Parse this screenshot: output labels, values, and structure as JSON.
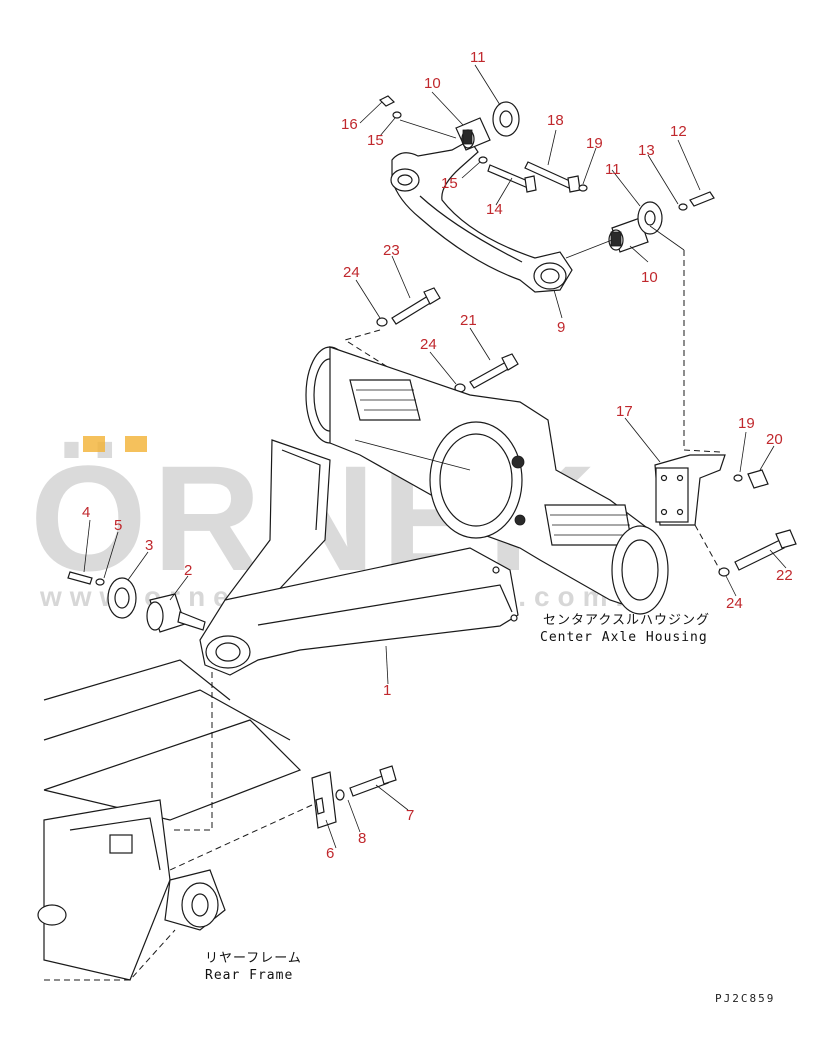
{
  "watermark": {
    "brand": "ÖRNEK",
    "url": "www.ornekismakinalari.com.tr",
    "accent_color": "#f2b233"
  },
  "labels": {
    "center_axle_housing_jp": "センタアクスルハウジング",
    "center_axle_housing_en": "Center Axle Housing",
    "rear_frame_jp": "リヤーフレーム",
    "rear_frame_en": "Rear Frame"
  },
  "drawing_code": "PJ2C859",
  "callouts": [
    "1",
    "2",
    "3",
    "4",
    "5",
    "6",
    "7",
    "8",
    "9",
    "10",
    "10",
    "11",
    "11",
    "12",
    "13",
    "14",
    "15",
    "15",
    "16",
    "17",
    "18",
    "19",
    "19",
    "20",
    "21",
    "22",
    "23",
    "24",
    "24",
    "24"
  ],
  "colors": {
    "callout": "#c0282d",
    "line": "#1a1a1a"
  }
}
